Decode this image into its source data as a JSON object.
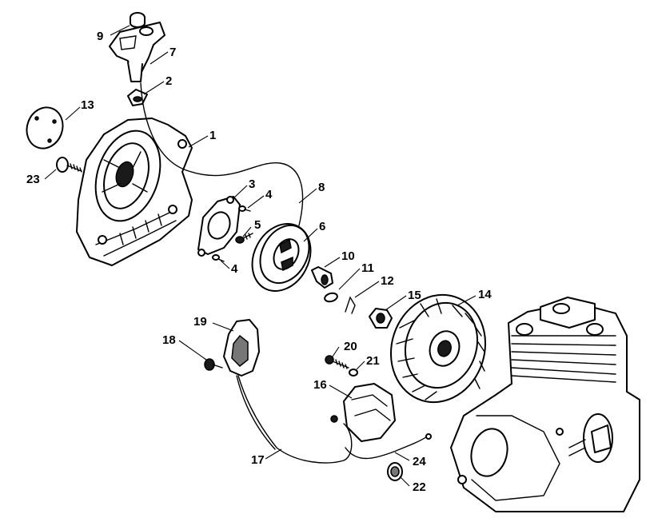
{
  "callouts": {
    "c1": "1",
    "c2": "2",
    "c3": "3",
    "c4a": "4",
    "c4b": "4",
    "c5": "5",
    "c6": "6",
    "c7": "7",
    "c8": "8",
    "c9": "9",
    "c10": "10",
    "c11": "11",
    "c12": "12",
    "c13": "13",
    "c14": "14",
    "c15": "15",
    "c16": "16",
    "c17": "17",
    "c18": "18",
    "c19": "19",
    "c20": "20",
    "c21": "21",
    "c22": "22",
    "c23": "23",
    "c24": "24"
  }
}
